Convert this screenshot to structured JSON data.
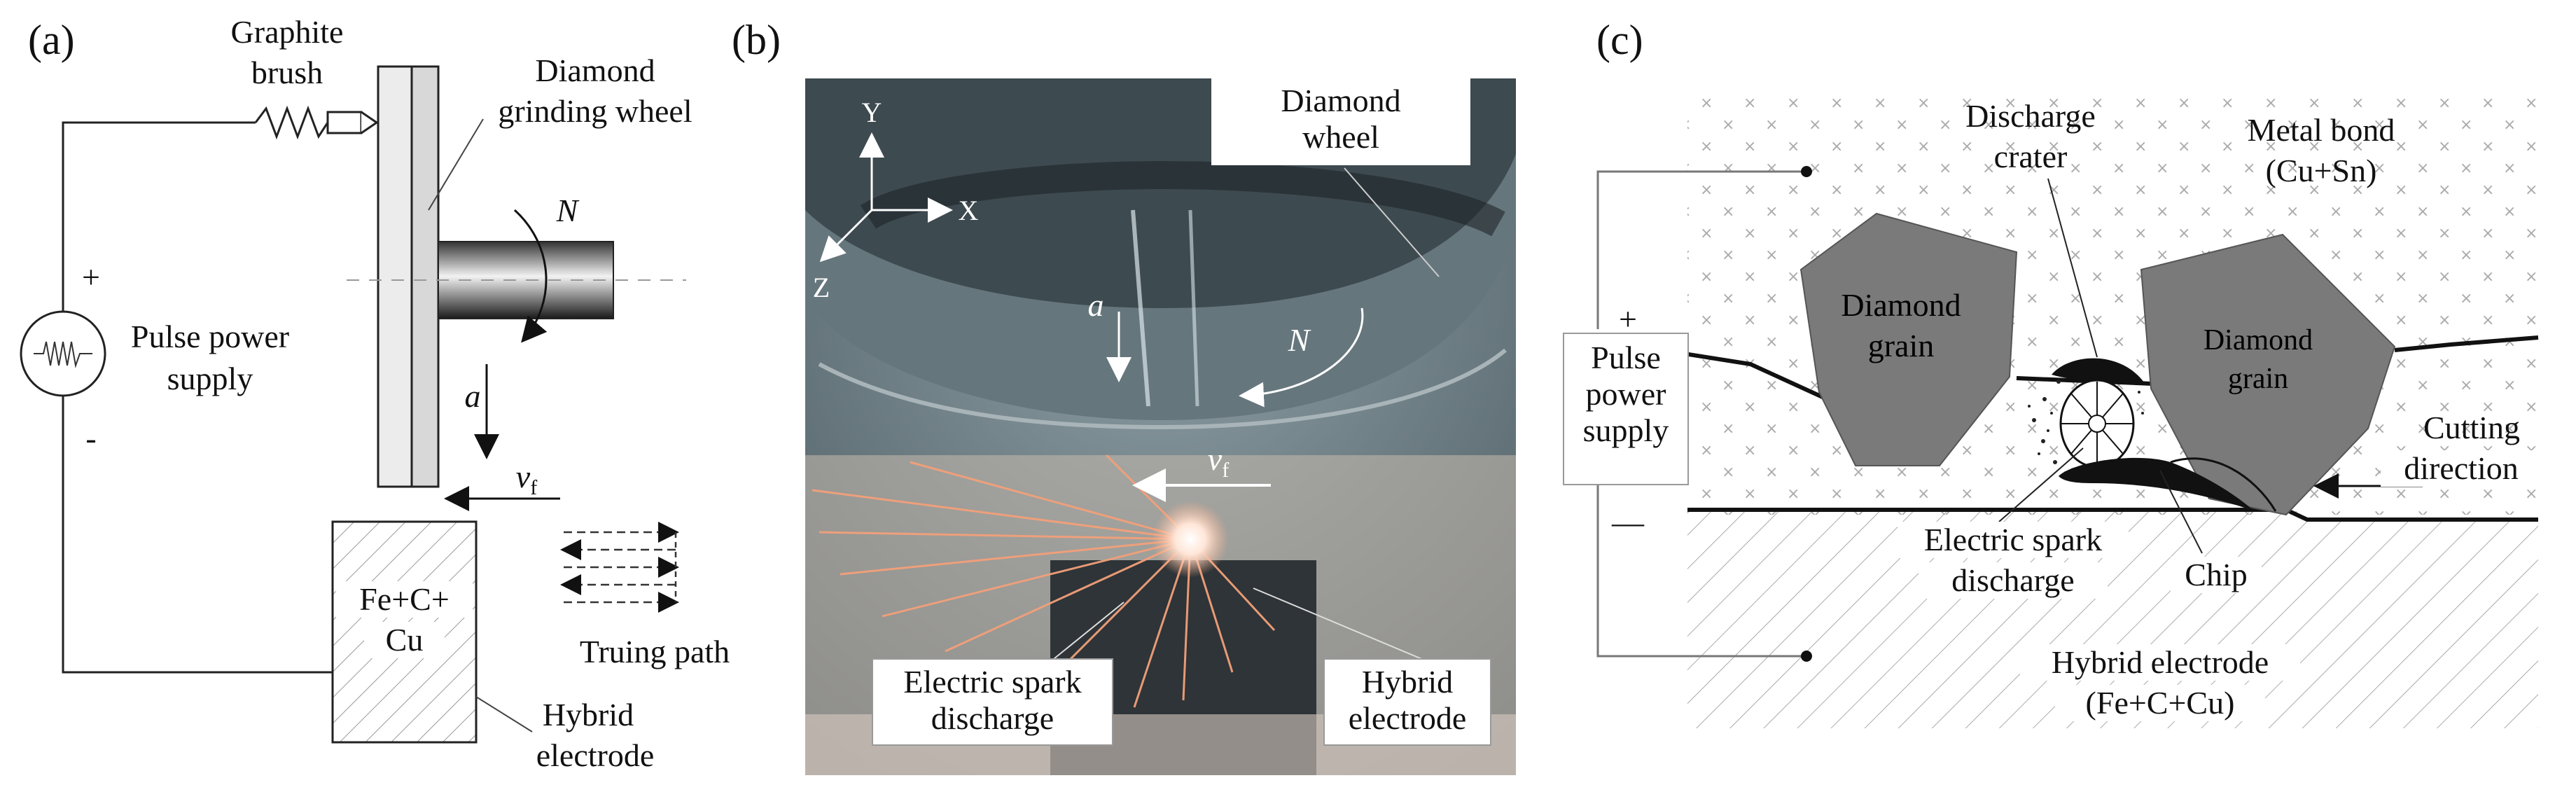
{
  "panels": {
    "a": {
      "tag": "(a)",
      "graphite_brush": [
        "Graphite",
        "brush"
      ],
      "wheel": [
        "Diamond",
        "grinding wheel"
      ],
      "rotation": "N",
      "plus": "+",
      "minus": "-",
      "power": [
        "Pulse power",
        "supply"
      ],
      "feed_a": "a",
      "feed_v": "v",
      "feed_v_sub": "f",
      "electrode_material": [
        "Fe+C+",
        "Cu"
      ],
      "truing_path": "Truing path",
      "electrode": [
        "Hybrid",
        "electrode"
      ]
    },
    "b": {
      "tag": "(b)",
      "axis_y": "Y",
      "axis_x": "X",
      "axis_z": "Z",
      "wheel": [
        "Diamond",
        "wheel"
      ],
      "feed_a": "a",
      "rotation": "N",
      "feed_v": "v",
      "feed_v_sub": "f",
      "spark": [
        "Electric spark",
        "discharge"
      ],
      "electrode": [
        "Hybrid",
        "electrode"
      ]
    },
    "c": {
      "tag": "(c)",
      "crater": [
        "Discharge",
        "crater"
      ],
      "bond": [
        "Metal bond",
        "(Cu+Sn)"
      ],
      "grain_left": [
        "Diamond",
        "grain"
      ],
      "grain_right": [
        "Diamond",
        "grain"
      ],
      "plus": "+",
      "minus": "—",
      "power": [
        "Pulse",
        "power",
        "supply"
      ],
      "cutting": [
        "Cutting",
        "direction"
      ],
      "spark": [
        "Electric spark",
        "discharge"
      ],
      "chip": "Chip",
      "electrode": [
        "Hybrid electrode",
        "(Fe+C+Cu)"
      ]
    }
  },
  "colors": {
    "grain": "#7a7a7a",
    "photo_bg": "#6f7f86",
    "spark": "#f3a07a",
    "ink": "#111111"
  }
}
